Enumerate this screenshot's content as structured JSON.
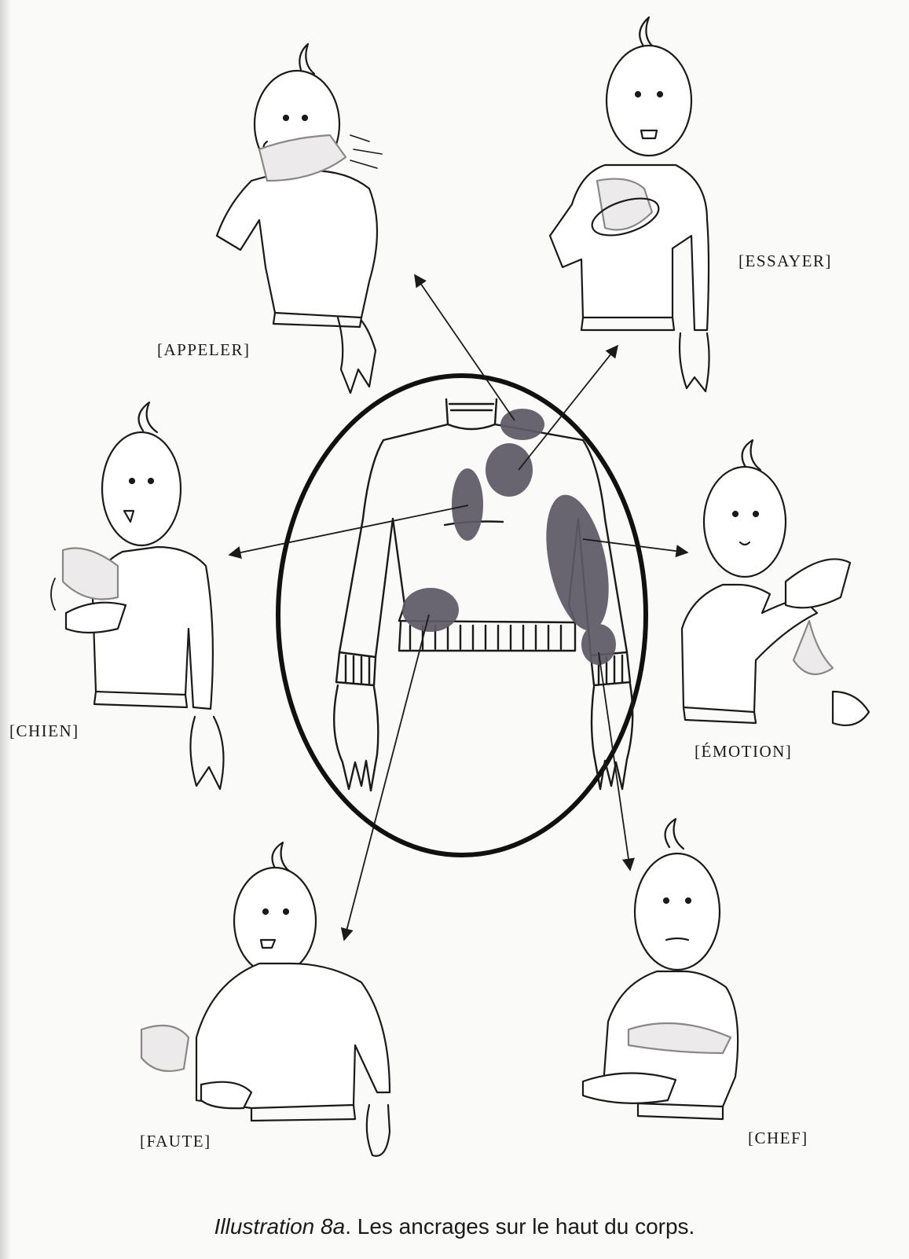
{
  "signs": {
    "appeler": "[APPELER]",
    "essayer": "[ESSAYER]",
    "chien": "[CHIEN]",
    "emotion": "[ÉMOTION]",
    "faute": "[FAUTE]",
    "chef": "[CHEF]"
  },
  "caption": {
    "label": "Illustration 8a",
    "text": ". Les ancrages sur le haut du corps."
  },
  "colors": {
    "ink": "#1a1a1a",
    "anchor_spot": "#5e5a66",
    "paper": "#fafaf8"
  }
}
